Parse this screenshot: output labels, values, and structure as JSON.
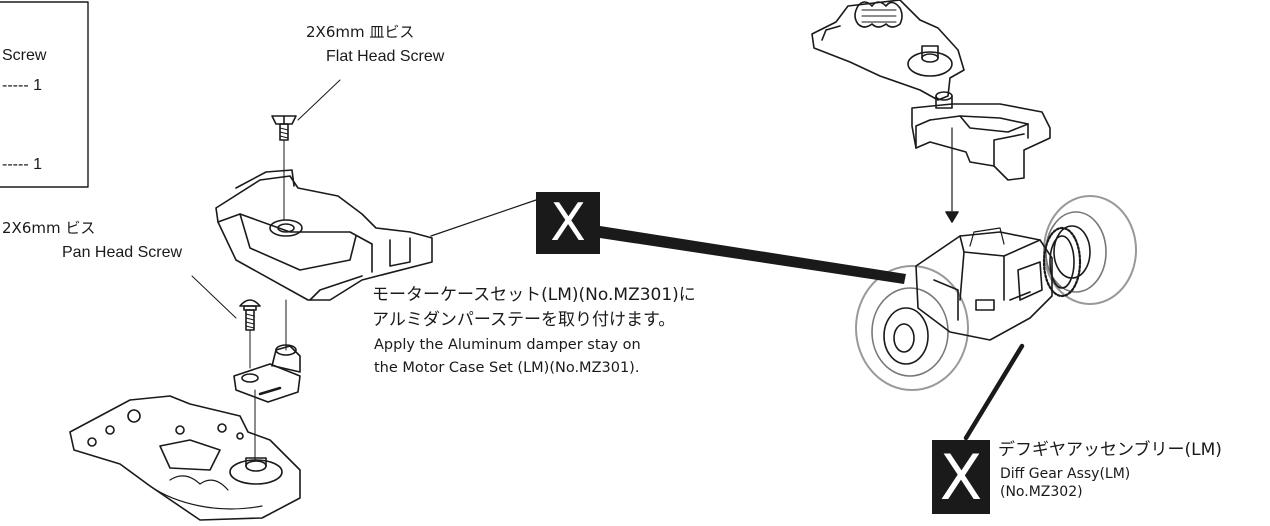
{
  "parts_box": {
    "line1": "Screw",
    "line2": "----- 1",
    "line3": "----- 1"
  },
  "flat_screw": {
    "jp": "2X6mm  皿ビス",
    "en": "Flat Head Screw"
  },
  "pan_screw": {
    "jp": "2X6mm  ビス",
    "en": "Pan Head Screw"
  },
  "mark_motor": "X",
  "mark_diff": "X",
  "motor_case_note": {
    "jp1": "モーターケースセット(LM)(No.MZ301)に",
    "jp2": "アルミダンパーステーを取り付けます。",
    "en1": "Apply the Aluminum damper stay on",
    "en2": "the Motor Case Set (LM)(No.MZ301)."
  },
  "diff_gear": {
    "jp": "デフギヤアッセンブリー(LM)",
    "en1": "Diff Gear Assy(LM)",
    "en2": "(No.MZ302)"
  },
  "colors": {
    "ink": "#1a1a1a",
    "paper": "#ffffff"
  }
}
